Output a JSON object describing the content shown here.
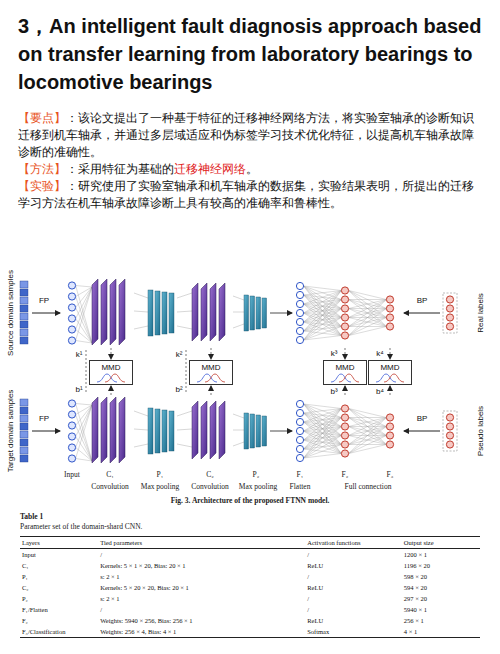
{
  "diagram": {
    "title": "3，An intelligent fault diagnosis approach based on transfer learning from laboratory bearings to locomotive bearings",
    "caption": "Fig. 3. Architecture of the proposed FTNN model.",
    "nodes": [
      {
        "text": [
          "MMD"
        ]
      },
      {
        "text": [
          "MMD"
        ]
      },
      {
        "text": [
          "MMD"
        ]
      },
      {
        "text": [
          "MMD"
        ]
      }
    ],
    "labels": [
      "【要点】",
      "：该论文提出了一种基于特征的迁移神经网络方法，将实验室轴承的诊断知识迁移到机车轴承，并通过多层域适应和伪标签学习技术优化特征，以提高机车轴承故障诊断的准确性。",
      "【方法】",
      "：采用特征为基础的",
      "迁移神经网络",
      "。",
      "【实验】",
      "：研究使用了实验室轴承和机车轴承的数据集，实验结果表明，所提出的迁移学习方法在机车轴承故障诊断上具有较高的准确率和鲁棒性。",
      "Source domain samples",
      "Target domain samples",
      "FP",
      "FP",
      "BP",
      "BP",
      "Real labels",
      "Pseudo labels",
      "k¹",
      "k²",
      "k³",
      "k⁴",
      "b¹",
      "b²",
      "b³",
      "b⁴",
      "Input",
      "C₁",
      "P₁",
      "C₂",
      "P₂",
      "F₁",
      "F₂",
      "F₃",
      "Convolution",
      "Max pooling",
      "Convolution",
      "Max pooling",
      "Flatten",
      "Full connection",
      "Table 1",
      "Parameter set of the domain-shard CNN.",
      "Layers",
      "Tied parameters",
      "Activation functions",
      "Output size",
      "Input",
      "/",
      "/",
      "1200 × 1",
      "C₁",
      "Kernels: 5 × 1 × 20, Bias: 20 × 1",
      "ReLU",
      "1196 × 20",
      "P₁",
      "s: 2 × 1",
      "/",
      "598 × 20",
      "C₂",
      "Kernels: 5 × 20 × 20, Bias: 20 × 1",
      "ReLU",
      "594 × 20",
      "P₂",
      "s: 2 × 1",
      "/",
      "297 × 20",
      "F₁/Flatten",
      "/",
      "/",
      "5940 × 1",
      "F₂",
      "Weights: 5940 × 256, Bias: 256 × 1",
      "ReLU",
      "256 × 1",
      "F₃/Classification",
      "Weights: 256 × 4, Bias: 4 × 1",
      "Softmax",
      "4 × 1"
    ]
  }
}
